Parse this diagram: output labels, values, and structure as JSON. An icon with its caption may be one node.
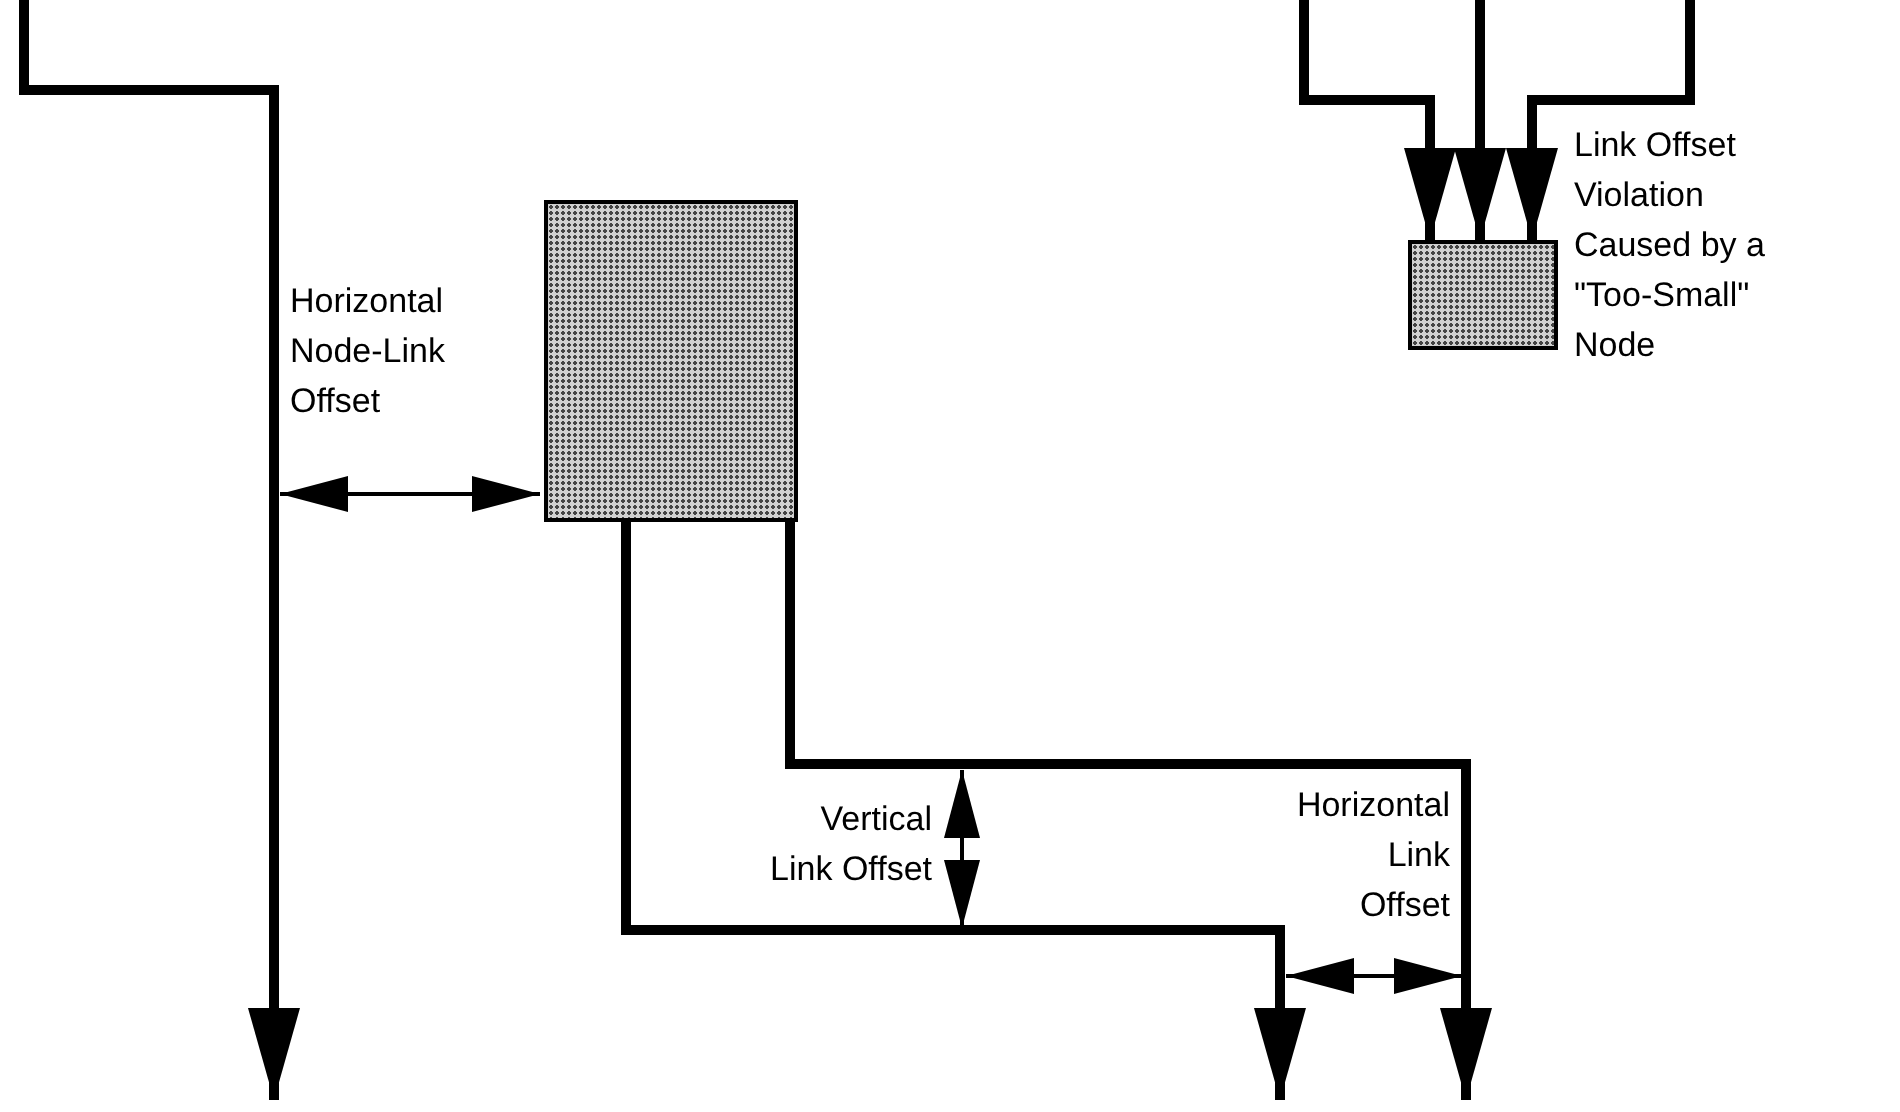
{
  "diagram": {
    "nodes": [
      {
        "text": [],
        "shape": "box"
      },
      {
        "text": [],
        "shape": "box"
      }
    ],
    "edges": [
      {
        "from": 0,
        "to": null,
        "arrow": "to"
      },
      {
        "from": 0,
        "to": null,
        "arrow": "to"
      },
      {
        "from": null,
        "to": 1,
        "arrow": "to"
      },
      {
        "from": null,
        "to": 1,
        "arrow": "to"
      },
      {
        "from": null,
        "to": 1,
        "arrow": "to"
      }
    ],
    "labels": [
      "Horizontal Node-Link Offset",
      "Link Offset Violation Caused by a \"Too-Small\" Node",
      "Vertical Link Offset",
      "Horizontal Link Offset"
    ]
  }
}
